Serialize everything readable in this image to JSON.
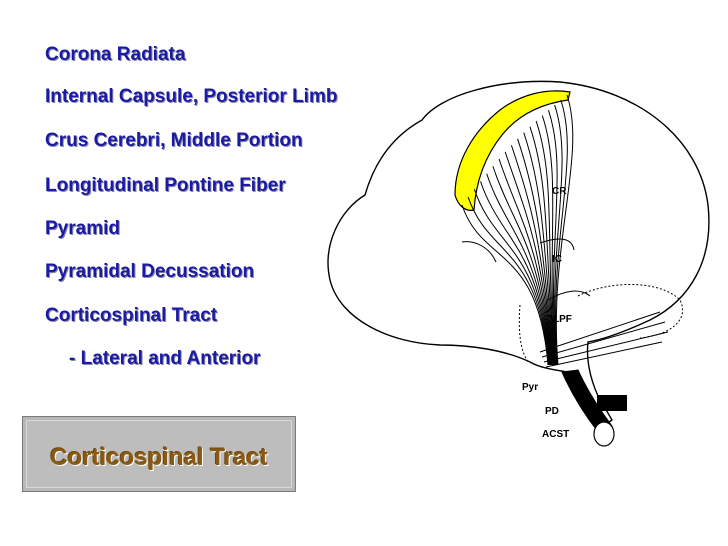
{
  "list": {
    "items": [
      "Corona Radiata",
      "Internal Capsule, Posterior Limb",
      "Crus Cerebri, Middle Portion",
      "Longitudinal Pontine Fiber",
      "Pyramid",
      "Pyramidal Decussation",
      "Corticospinal Tract",
      "- Lateral and Anterior"
    ]
  },
  "title": "Corticospinal Tract",
  "diagram": {
    "labels": {
      "cr": "CR",
      "ic": "IC",
      "lpf": "LPF",
      "pyr": "Pyr",
      "pd": "PD",
      "acst": "ACST"
    },
    "colors": {
      "highlight": "#ffff00",
      "line": "#000000",
      "text": "#1a1aa6",
      "title": "#8a5a14"
    }
  }
}
